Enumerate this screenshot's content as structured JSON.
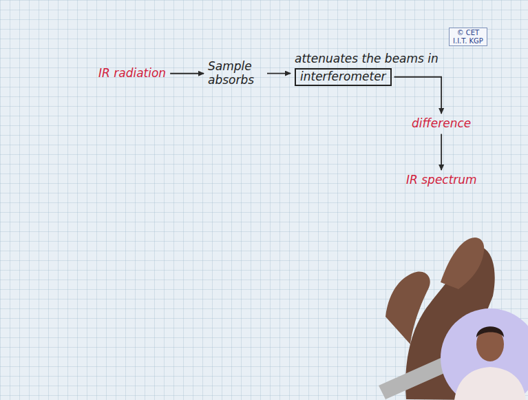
{
  "diagram": {
    "nodes": [
      {
        "text": [
          "IR radiation"
        ]
      },
      {
        "text": [
          "Sample absorbs"
        ]
      },
      {
        "text": [
          "attenuates the beams in"
        ]
      },
      {
        "text": [
          "interferometer"
        ],
        "in": 2
      },
      {
        "text": [
          "difference"
        ]
      },
      {
        "text": [
          "IR spectrum"
        ]
      },
      {
        "text": [
          "© CET",
          "I.I.T. KGP"
        ]
      }
    ],
    "edges": [
      {
        "from": 0,
        "to": 1,
        "arrow": "to"
      },
      {
        "from": 1,
        "to": 2,
        "arrow": "to"
      },
      {
        "from": 3,
        "to": 4,
        "arrow": "to"
      },
      {
        "from": 4,
        "to": 5,
        "arrow": "to"
      }
    ]
  }
}
